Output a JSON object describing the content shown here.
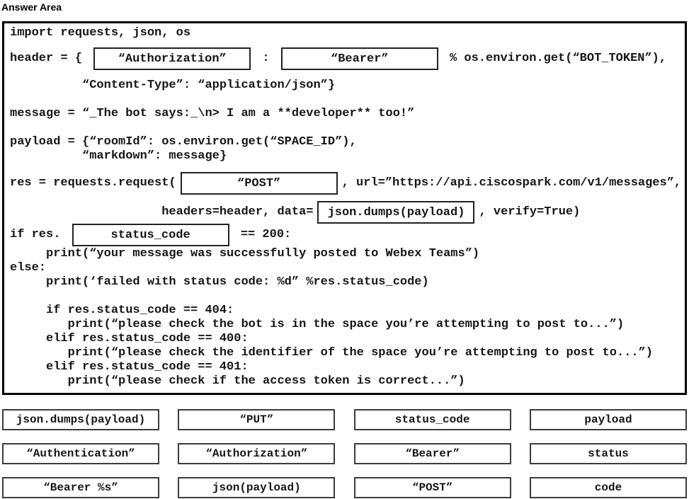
{
  "page_title": "Answer Area",
  "colors": {
    "text": "#161616",
    "panel_border": "#000000",
    "slot_border": "#222222",
    "option_border": "#3d3d3d",
    "background": "#ffffff"
  },
  "code_panel": {
    "lines": [
      {
        "spacing_before": 0,
        "parts": [
          {
            "text": "import requests, json, os"
          }
        ]
      },
      {
        "spacing_before": 10,
        "parts": [
          {
            "text": "header = { "
          },
          {
            "slot": "“Authorization”"
          },
          {
            "text": " : "
          },
          {
            "slot": "“Bearer”"
          },
          {
            "text": " % os.environ.get(“BOT_TOKEN”),"
          }
        ]
      },
      {
        "spacing_before": 12,
        "parts": [
          {
            "text": "          “Content-Type”: “application/json”}"
          }
        ]
      },
      {
        "spacing_before": 20,
        "parts": [
          {
            "text": "message = “_The bot says:_\\n> I am a **developer** too!”"
          }
        ]
      },
      {
        "spacing_before": 20,
        "parts": [
          {
            "text": "payload = {“roomId”: os.environ.get(“SPACE_ID”),"
          }
        ]
      },
      {
        "spacing_before": 0,
        "parts": [
          {
            "text": "          “markdown”: message}"
          }
        ]
      },
      {
        "spacing_before": 12,
        "parts": [
          {
            "text": "res = requests.request("
          },
          {
            "slot": "“POST”"
          },
          {
            "text": ", url=”https://api.ciscospark.com/v1/messages”,"
          }
        ]
      },
      {
        "spacing_before": 9,
        "parts": [
          {
            "text": "                     headers=header, data="
          },
          {
            "slot": "json.dumps(payload)"
          },
          {
            "text": ", verify=True)"
          }
        ]
      },
      {
        "spacing_before": 0,
        "parts": [
          {
            "text": "if res. "
          },
          {
            "slot": "status_code"
          },
          {
            "text": " == 200:"
          }
        ]
      },
      {
        "spacing_before": 1,
        "parts": [
          {
            "text": "     print(“your message was successfully posted to Webex Teams”)"
          }
        ]
      },
      {
        "spacing_before": 0,
        "parts": [
          {
            "text": "else:"
          }
        ]
      },
      {
        "spacing_before": 0,
        "parts": [
          {
            "text": "     print(‘failed with status code: %d” %res.status_code)"
          }
        ]
      },
      {
        "spacing_before": 20,
        "parts": [
          {
            "text": "     if res.status_code == 404:"
          }
        ]
      },
      {
        "spacing_before": 0,
        "parts": [
          {
            "text": "        print(“please check the bot is in the space you’re attempting to post to...”)"
          }
        ]
      },
      {
        "spacing_before": 0,
        "parts": [
          {
            "text": "     elif res.status_code == 400:"
          }
        ]
      },
      {
        "spacing_before": 0,
        "parts": [
          {
            "text": "        print(“please check the identifier of the space you’re attempting to post to...”)"
          }
        ]
      },
      {
        "spacing_before": 0,
        "parts": [
          {
            "text": "     elif res.status_code == 401:"
          }
        ]
      },
      {
        "spacing_before": 0,
        "parts": [
          {
            "text": "        print(“please check if the access token is correct...”)"
          }
        ]
      }
    ]
  },
  "options": {
    "rows": [
      [
        "json.dumps(payload)",
        "“PUT”",
        "status_code",
        "payload"
      ],
      [
        "“Authentication”",
        "“Authorization”",
        "“Bearer”",
        "status"
      ],
      [
        "“Bearer %s”",
        "json(payload)",
        "“POST”",
        "code"
      ]
    ]
  }
}
